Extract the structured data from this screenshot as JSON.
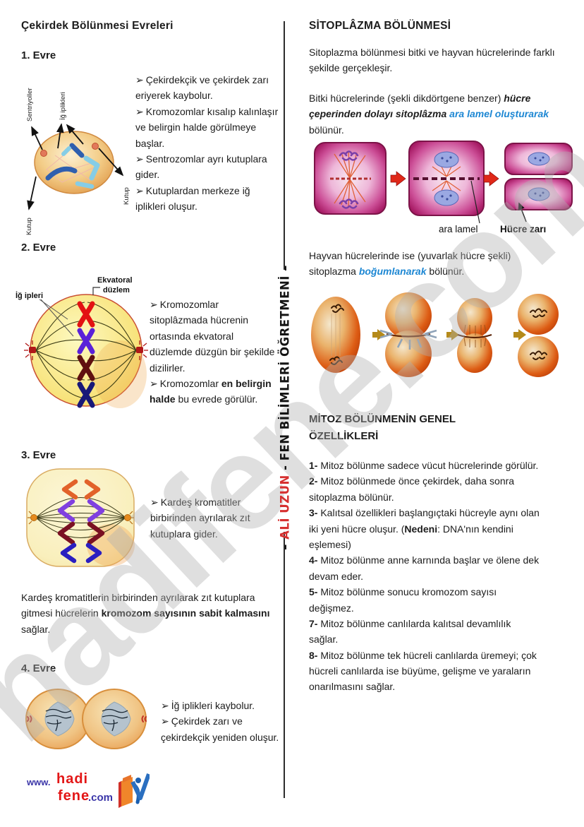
{
  "icons": {
    "bullet": "➢",
    "arrow_right": "→"
  },
  "colors": {
    "text": "#1c1c1c",
    "link_blue": "#1d87d3",
    "author_red": "#d63030",
    "logo_red": "#e31616",
    "logo_blue": "#3a35a8",
    "watermark_gray": "#b0b0b0",
    "plant_cell_magenta": "#a81c66",
    "animal_cell_orange": "#dd5c14"
  },
  "watermark": {
    "text": "hadifene.com"
  },
  "author": {
    "dash_top": "– ",
    "name": "ALİ UZUN",
    "sep": " - ",
    "title": "FEN BİLİMLERİ ÖĞRETMENİ",
    "dash_bottom": " –"
  },
  "left": {
    "title": "Çekirdek Bölünmesi Evreleri",
    "phase1": {
      "heading": "1. Evre",
      "labels": {
        "centrioles": "Sentriyoller",
        "spindle": "İğ iplikleri",
        "pole_bottom": "Kutup",
        "pole_right": "Kutup"
      },
      "bullets": [
        "Çekirdekçik ve çekirdek zarı eriyerek kaybolur.",
        "Kromozomlar kısalıp kalınlaşır ve belirgin halde görülmeye başlar.",
        "Sentrozomlar ayrı kutuplara gider.",
        "Kutuplardan merkeze iğ iplikleri oluşur."
      ]
    },
    "phase2": {
      "heading": "2. Evre",
      "labels": {
        "spindle": "İğ ipleri",
        "equatorial_1": "Ekvatoral",
        "equatorial_2": "düzlem"
      },
      "bullet1": "Kromozomlar sitoplâzmada hücrenin ortasında ekvatoral düzlemde düzgün bir şekilde dizilirler.",
      "bullet2": {
        "t1": "Kromozomlar ",
        "b": "en belirgin halde",
        "t2": " bu evrede görülür."
      }
    },
    "phase3": {
      "heading": "3. Evre",
      "bullet": "Kardeş kromatitler birbirinden ayrılarak zıt kutuplara gider.",
      "note": {
        "t1": "Kardeş kromatitlerin birbirinden ayrılarak zıt kutuplara gitmesi hücrelerin ",
        "b": "kromozom sayısının sabit kalmasını",
        "t2": " sağlar."
      }
    },
    "phase4": {
      "heading": "4. Evre",
      "bullets": [
        "İğ iplikleri kaybolur.",
        "Çekirdek zarı ve çekirdekçik yeniden oluşur."
      ]
    },
    "logo": {
      "www": "www.",
      "line1": "hadi",
      "line2": "fene",
      "com": ".com"
    }
  },
  "right": {
    "title": "SİTOPLÂZMA BÖLÜNMESİ",
    "p1": "Sitoplazma bölünmesi bitki ve hayvan hücrelerinde farklı şekilde gerçekleşir.",
    "p2": {
      "t1": "Bitki hücrelerinde (şekli dikdörtgene benzer) ",
      "b1": "hücre çeperinden dolayı sitoplâzma ",
      "blue": "ara lamel oluşturarak",
      "t2": " bölünür."
    },
    "plant_labels": {
      "ara_lamel": "ara lamel",
      "hucre_zari": "Hücre zarı"
    },
    "p3": {
      "t1": "Hayvan hücrelerinde ise (yuvarlak hücre şekli) sitoplazma ",
      "blue": "boğumlanarak",
      "t2": " bölünür."
    },
    "h2_line1": "MİTOZ BÖLÜNMENİN GENEL",
    "h2_line2": "ÖZELLİKLERİ",
    "items": [
      {
        "num": "1-",
        "t1": "Mitoz bölünme sadece vücut hücrelerinde görülür.",
        "b": "",
        "t2": ""
      },
      {
        "num": "2-",
        "t1": "Mitoz bölünmede önce çekirdek, daha sonra sitoplazma bölünür.",
        "b": "",
        "t2": ""
      },
      {
        "num": "3-",
        "t1": "Kalıtsal özellikleri başlangıçtaki hücreyle aynı olan iki yeni hücre oluşur. (",
        "b": "Nedeni",
        "t2": ": DNA'nın kendini eşlemesi)"
      },
      {
        "num": "4-",
        "t1": "Mitoz bölünme anne karnında başlar ve ölene dek devam eder.",
        "b": "",
        "t2": ""
      },
      {
        "num": "5-",
        "t1": "Mitoz bölünme sonucu kromozom sayısı değişmez.",
        "b": "",
        "t2": ""
      },
      {
        "num": "7-",
        "t1": "Mitoz bölünme canlılarda kalıtsal devamlılık sağlar.",
        "b": "",
        "t2": ""
      },
      {
        "num": "8-",
        "t1": "Mitoz bölünme tek hücreli canlılarda üremeyi; çok hücreli canlılarda ise büyüme, gelişme ve yaraların onarılmasını sağlar.",
        "b": "",
        "t2": ""
      }
    ]
  }
}
